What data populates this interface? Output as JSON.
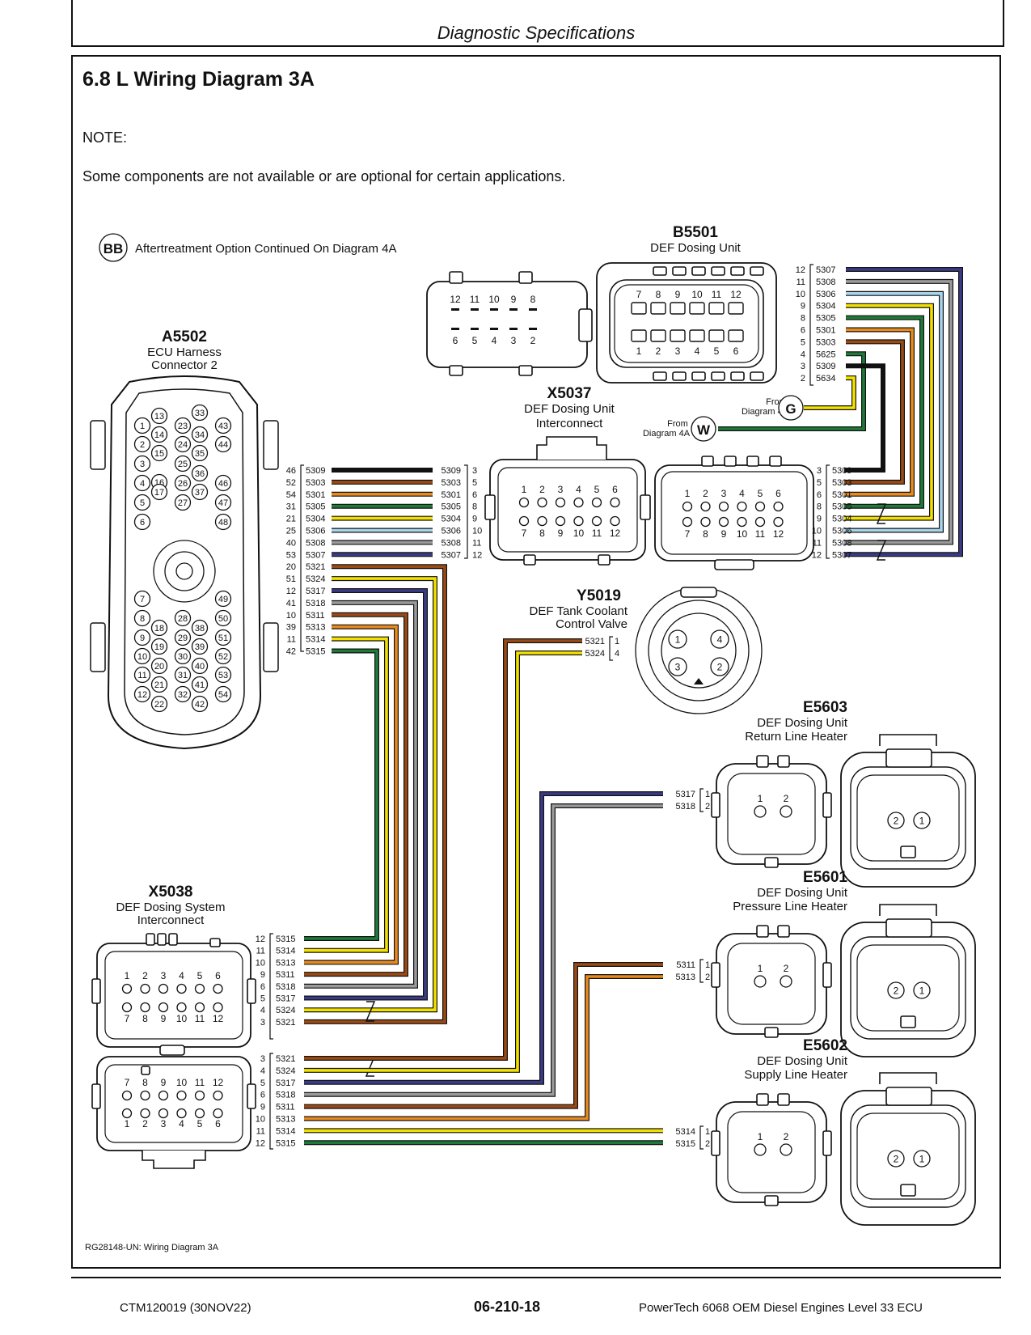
{
  "page": {
    "header": "Diagnostic Specifications",
    "title": "6.8 L Wiring Diagram 3A",
    "note_label": "NOTE:",
    "note_text": "Some components are not available or are optional for certain applications.",
    "caption": "RG28148-UN: Wiring Diagram 3A",
    "footer_left": "CTM120019 (30NOV22)",
    "footer_center": "06-210-18",
    "footer_right": "PowerTech 6068 OEM Diesel Engines Level 33 ECU"
  },
  "colors": {
    "violet": "#3a3a86",
    "gray": "#9a9a9a",
    "lightblue": "#a8d4ec",
    "yellow": "#f2e000",
    "green": "#1f7a3a",
    "brown": "#9a4a14",
    "orange": "#e88a1e",
    "black": "#111111"
  },
  "components": {
    "bb": {
      "ref": "BB",
      "text": "Aftertreatment Option Continued On Diagram 4A"
    },
    "a5502": {
      "id": "A5502",
      "l1": "ECU Harness",
      "l2": "Connector 2",
      "pins_top": [
        "13",
        "33",
        "1",
        "23",
        "43",
        "2",
        "14",
        "34",
        "24",
        "44",
        "15",
        "35",
        "3",
        "25",
        "36",
        "16",
        "4",
        "26",
        "46",
        "17",
        "37",
        "5",
        "27",
        "47",
        "6",
        "48"
      ],
      "pins_bottom": [
        "7",
        "49",
        "8",
        "28",
        "50",
        "18",
        "38",
        "9",
        "29",
        "51",
        "19",
        "39",
        "10",
        "30",
        "52",
        "20",
        "40",
        "11",
        "31",
        "53",
        "21",
        "41",
        "12",
        "32",
        "54",
        "22",
        "42"
      ]
    },
    "b5501": {
      "id": "B5501",
      "l1": "DEF Dosing Unit",
      "plug_top": [
        "12",
        "11",
        "10",
        "9",
        "8"
      ],
      "plug_bottom": [
        "6",
        "5",
        "4",
        "3",
        "2"
      ],
      "socket_top": [
        "7",
        "8",
        "9",
        "10",
        "11",
        "12"
      ],
      "socket_bottom": [
        "1",
        "2",
        "3",
        "4",
        "5",
        "6"
      ]
    },
    "x5037": {
      "id": "X5037",
      "l1": "DEF Dosing Unit",
      "l2": "Interconnect",
      "top": [
        "1",
        "2",
        "3",
        "4",
        "5",
        "6"
      ],
      "bottom": [
        "7",
        "8",
        "9",
        "10",
        "11",
        "12"
      ]
    },
    "y5019": {
      "id": "Y5019",
      "l1": "DEF Tank Coolant",
      "l2": "Control Valve",
      "pins": [
        "1",
        "4",
        "3",
        "2"
      ]
    },
    "e5603": {
      "id": "E5603",
      "l1": "DEF Dosing Unit",
      "l2": "Return Line Heater"
    },
    "e5601": {
      "id": "E5601",
      "l1": "DEF Dosing Unit",
      "l2": "Pressure Line Heater"
    },
    "e5602": {
      "id": "E5602",
      "l1": "DEF Dosing Unit",
      "l2": "Supply Line Heater"
    },
    "x5038": {
      "id": "X5038",
      "l1": "DEF Dosing System",
      "l2": "Interconnect",
      "top": [
        "1",
        "2",
        "3",
        "4",
        "5",
        "6"
      ],
      "bottom": [
        "7",
        "8",
        "9",
        "10",
        "11",
        "12"
      ]
    },
    "heater_pins": [
      "1",
      "2",
      "2",
      "1"
    ],
    "from_g": {
      "ref": "G",
      "l1": "From",
      "l2": "Diagram 4A"
    },
    "from_w": {
      "ref": "W",
      "l1": "From",
      "l2": "Diagram 4A"
    }
  },
  "harness": {
    "ecu_pins": [
      "46",
      "52",
      "54",
      "31",
      "21",
      "25",
      "40",
      "53",
      "20",
      "51",
      "12",
      "41",
      "10",
      "39",
      "11",
      "42"
    ],
    "ecu_wires": [
      "5309",
      "5303",
      "5301",
      "5305",
      "5304",
      "5306",
      "5308",
      "5307",
      "5321",
      "5324",
      "5317",
      "5318",
      "5311",
      "5313",
      "5314",
      "5315"
    ],
    "ecu_colors": [
      "black",
      "brown",
      "orange",
      "green",
      "yellow",
      "lightblue",
      "gray",
      "violet",
      "brown",
      "yellow",
      "violet",
      "gray",
      "brown",
      "orange",
      "yellow",
      "green"
    ],
    "x5037_left": {
      "wires": [
        "5309",
        "5303",
        "5301",
        "5305",
        "5304",
        "5306",
        "5308",
        "5307"
      ],
      "pins": [
        "3",
        "5",
        "6",
        "8",
        "9",
        "10",
        "11",
        "12"
      ]
    },
    "x5037_right": {
      "wires": [
        "5309",
        "5303",
        "5301",
        "5305",
        "5304",
        "5306",
        "5308",
        "5307"
      ],
      "pins": [
        "3",
        "5",
        "6",
        "8",
        "9",
        "10",
        "11",
        "12"
      ]
    },
    "b5501_pins": [
      "12",
      "11",
      "10",
      "9",
      "8",
      "6",
      "5",
      "4",
      "3",
      "2"
    ],
    "b5501_wires": [
      "5307",
      "5308",
      "5306",
      "5304",
      "5305",
      "5301",
      "5303",
      "5625",
      "5309",
      "5634"
    ],
    "b5501_colors": [
      "violet",
      "gray",
      "lightblue",
      "yellow",
      "green",
      "orange",
      "brown",
      "green",
      "black",
      "yellow"
    ],
    "y5019_wires": [
      "5321",
      "5324"
    ],
    "y5019_pins": [
      "1",
      "4"
    ],
    "e5603_wires": [
      "5317",
      "5318"
    ],
    "e5603_pins": [
      "1",
      "2"
    ],
    "e5601_wires": [
      "5311",
      "5313"
    ],
    "e5601_pins": [
      "1",
      "2"
    ],
    "e5602_wires": [
      "5314",
      "5315"
    ],
    "e5602_pins": [
      "1",
      "2"
    ],
    "x5038a_pins": [
      "12",
      "11",
      "10",
      "9",
      "6",
      "5",
      "4",
      "3"
    ],
    "x5038a_wires": [
      "5315",
      "5314",
      "5313",
      "5311",
      "5318",
      "5317",
      "5324",
      "5321"
    ],
    "x5038b_pins": [
      "3",
      "4",
      "5",
      "6",
      "9",
      "10",
      "11",
      "12"
    ],
    "x5038b_wires": [
      "5321",
      "5324",
      "5317",
      "5318",
      "5311",
      "5313",
      "5314",
      "5315"
    ]
  }
}
